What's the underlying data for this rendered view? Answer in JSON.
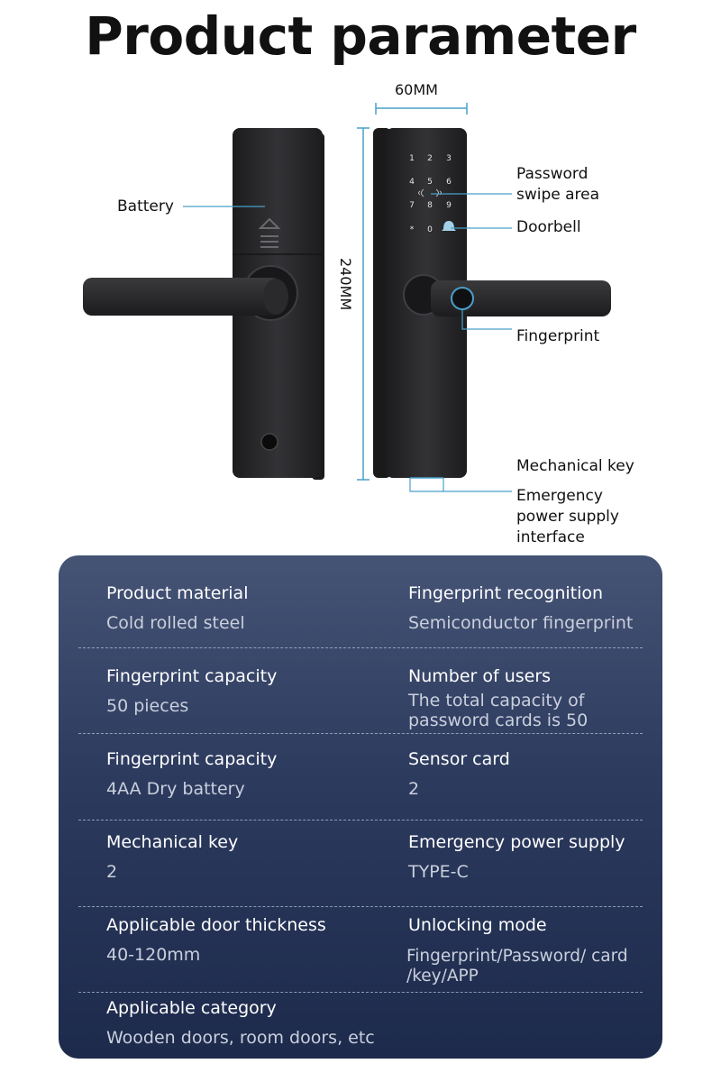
{
  "title": "Product parameter",
  "diagram": {
    "width_label": "60MM",
    "height_label": "240MM",
    "callouts": {
      "battery": "Battery",
      "password_line1": "Password",
      "password_line2": "swipe area",
      "doorbell": "Doorbell",
      "fingerprint": "Fingerprint",
      "mechanical_key": "Mechanical key",
      "emergency_line1": "Emergency",
      "emergency_line2": "power supply",
      "emergency_line3": "interface"
    },
    "keypad": [
      "1",
      "2",
      "3",
      "4",
      "5",
      "6",
      "7",
      "8",
      "9",
      "*",
      "0"
    ]
  },
  "specs": [
    {
      "left": {
        "label": "Product material",
        "value": "Cold rolled steel"
      },
      "right": {
        "label": "Fingerprint recognition",
        "value": "Semiconductor fingerprint"
      }
    },
    {
      "left": {
        "label": "Fingerprint capacity",
        "value": "50 pieces"
      },
      "right": {
        "label": "Number of users",
        "value_line1": "The total capacity of",
        "value_line2": "password cards is 50"
      }
    },
    {
      "left": {
        "label": "Fingerprint capacity",
        "value": "4AA Dry battery"
      },
      "right": {
        "label": "Sensor card",
        "value": "2"
      }
    },
    {
      "left": {
        "label": "Mechanical key",
        "value": "2"
      },
      "right": {
        "label": "Emergency power supply",
        "value": "TYPE-C"
      }
    },
    {
      "left": {
        "label": "Applicable door thickness",
        "value": "40-120mm"
      },
      "right": {
        "label": "Unlocking mode",
        "value_line1": "Fingerprint/Password/ card",
        "value_line2": "/key/APP"
      }
    },
    {
      "left": {
        "label": "Applicable category",
        "value": "Wooden doors, room doors, etc"
      }
    }
  ],
  "colors": {
    "callout_line": "#4a9fc9",
    "lock_body": "#2a2a2c",
    "panel_top": "#455375",
    "panel_bottom": "#1d2a4c"
  }
}
